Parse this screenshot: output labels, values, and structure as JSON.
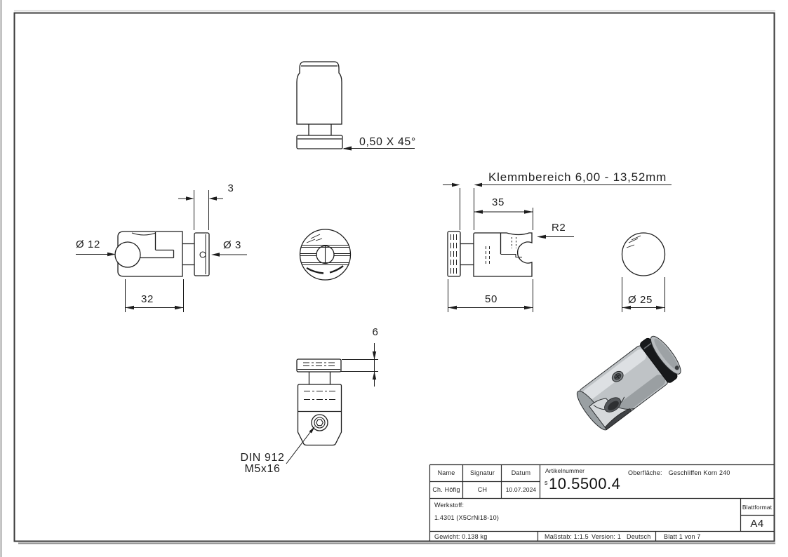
{
  "labels": {
    "chamfer": "0,50 X 45°",
    "dim_flange_side": "3",
    "dia_bore": "Ø 12",
    "dia_hole": "Ø 3",
    "dim_body_len": "32",
    "clamp_range": "Klemmbereich 6,00 - 13,52mm",
    "dim_body35": "35",
    "radius": "R2",
    "dim_total50": "50",
    "dia_outer": "Ø 25",
    "dim_flange6": "6",
    "screw_line1": "DIN 912",
    "screw_line2": "M5x16"
  },
  "title_block": {
    "name_header": "Name",
    "signature_header": "Signatur",
    "date_header": "Datum",
    "name_value": "Ch. Höfig",
    "signature_value": "CH",
    "date_value": "10.07.2024",
    "article_label": "Artikelnummer",
    "article_prefix": "s",
    "article_number": "10.5500.4",
    "surface_label": "Oberfläche:",
    "surface_value": "Geschliffen Korn 240",
    "material_label": "Werkstoff:",
    "material_value": "1.4301 (X5CrNi18-10)",
    "sheet_format_label": "Blattformat",
    "sheet_format_value": "A4",
    "weight": "Gewicht: 0.138 kg",
    "scale": "Maßstab: 1:1.5",
    "version": "Version: 1",
    "language": "Deutsch",
    "sheet": "Blatt 1 von 7"
  },
  "colors": {
    "line": "#1c1c1c",
    "frame": "#3a3a3a",
    "metal_body": "#bfc3c6",
    "metal_dark_ring": "#17191b"
  }
}
